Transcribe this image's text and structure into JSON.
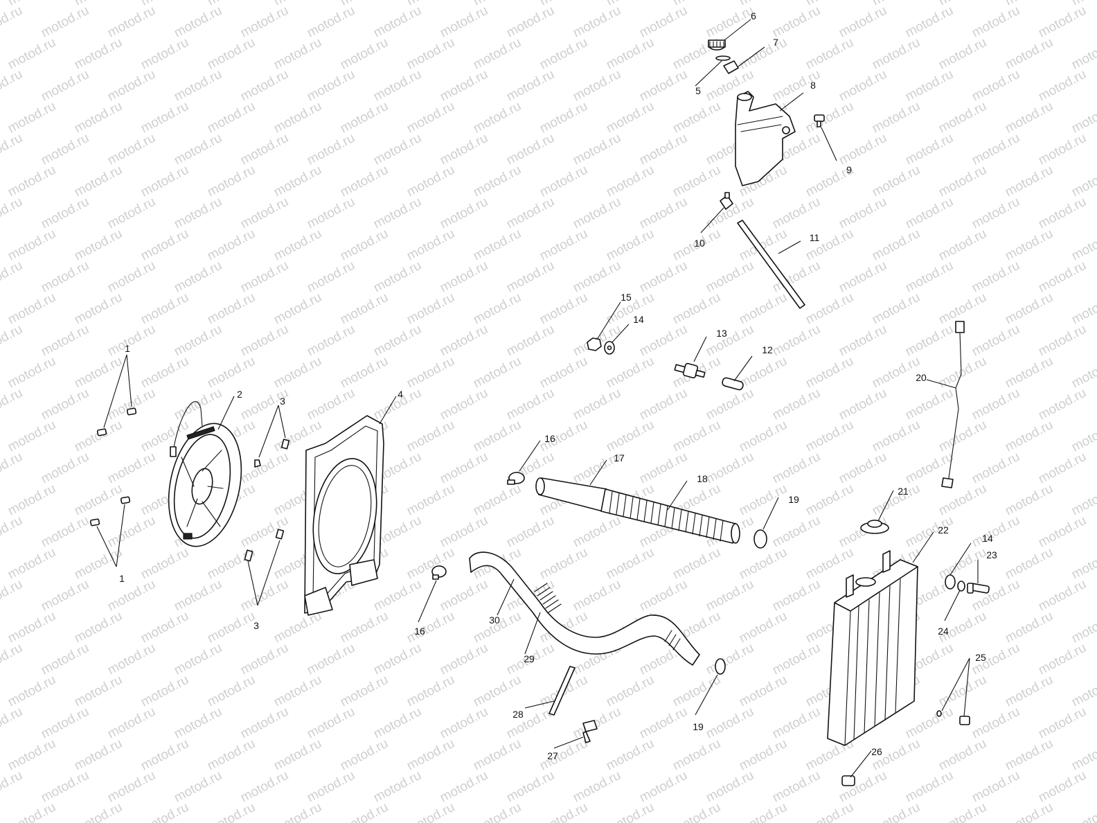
{
  "watermark": {
    "text": "motod.ru",
    "color": "#cfcfcf"
  },
  "callouts": [
    {
      "id": "1a",
      "text": "1"
    },
    {
      "id": "1b",
      "text": "1"
    },
    {
      "id": "2",
      "text": "2"
    },
    {
      "id": "3a",
      "text": "3"
    },
    {
      "id": "3b",
      "text": "3"
    },
    {
      "id": "4",
      "text": "4"
    },
    {
      "id": "5",
      "text": "5"
    },
    {
      "id": "6",
      "text": "6"
    },
    {
      "id": "7",
      "text": "7"
    },
    {
      "id": "8",
      "text": "8"
    },
    {
      "id": "9",
      "text": "9"
    },
    {
      "id": "10",
      "text": "10"
    },
    {
      "id": "11",
      "text": "11"
    },
    {
      "id": "12",
      "text": "12"
    },
    {
      "id": "13",
      "text": "13"
    },
    {
      "id": "14a",
      "text": "14"
    },
    {
      "id": "14b",
      "text": "14"
    },
    {
      "id": "15",
      "text": "15"
    },
    {
      "id": "16a",
      "text": "16"
    },
    {
      "id": "16b",
      "text": "16"
    },
    {
      "id": "17",
      "text": "17"
    },
    {
      "id": "18",
      "text": "18"
    },
    {
      "id": "19a",
      "text": "19"
    },
    {
      "id": "19b",
      "text": "19"
    },
    {
      "id": "20",
      "text": "20"
    },
    {
      "id": "21",
      "text": "21"
    },
    {
      "id": "22",
      "text": "22"
    },
    {
      "id": "23",
      "text": "23"
    },
    {
      "id": "24",
      "text": "24"
    },
    {
      "id": "25",
      "text": "25"
    },
    {
      "id": "26",
      "text": "26"
    },
    {
      "id": "27",
      "text": "27"
    },
    {
      "id": "28",
      "text": "28"
    },
    {
      "id": "29",
      "text": "29"
    },
    {
      "id": "30",
      "text": "30"
    }
  ]
}
